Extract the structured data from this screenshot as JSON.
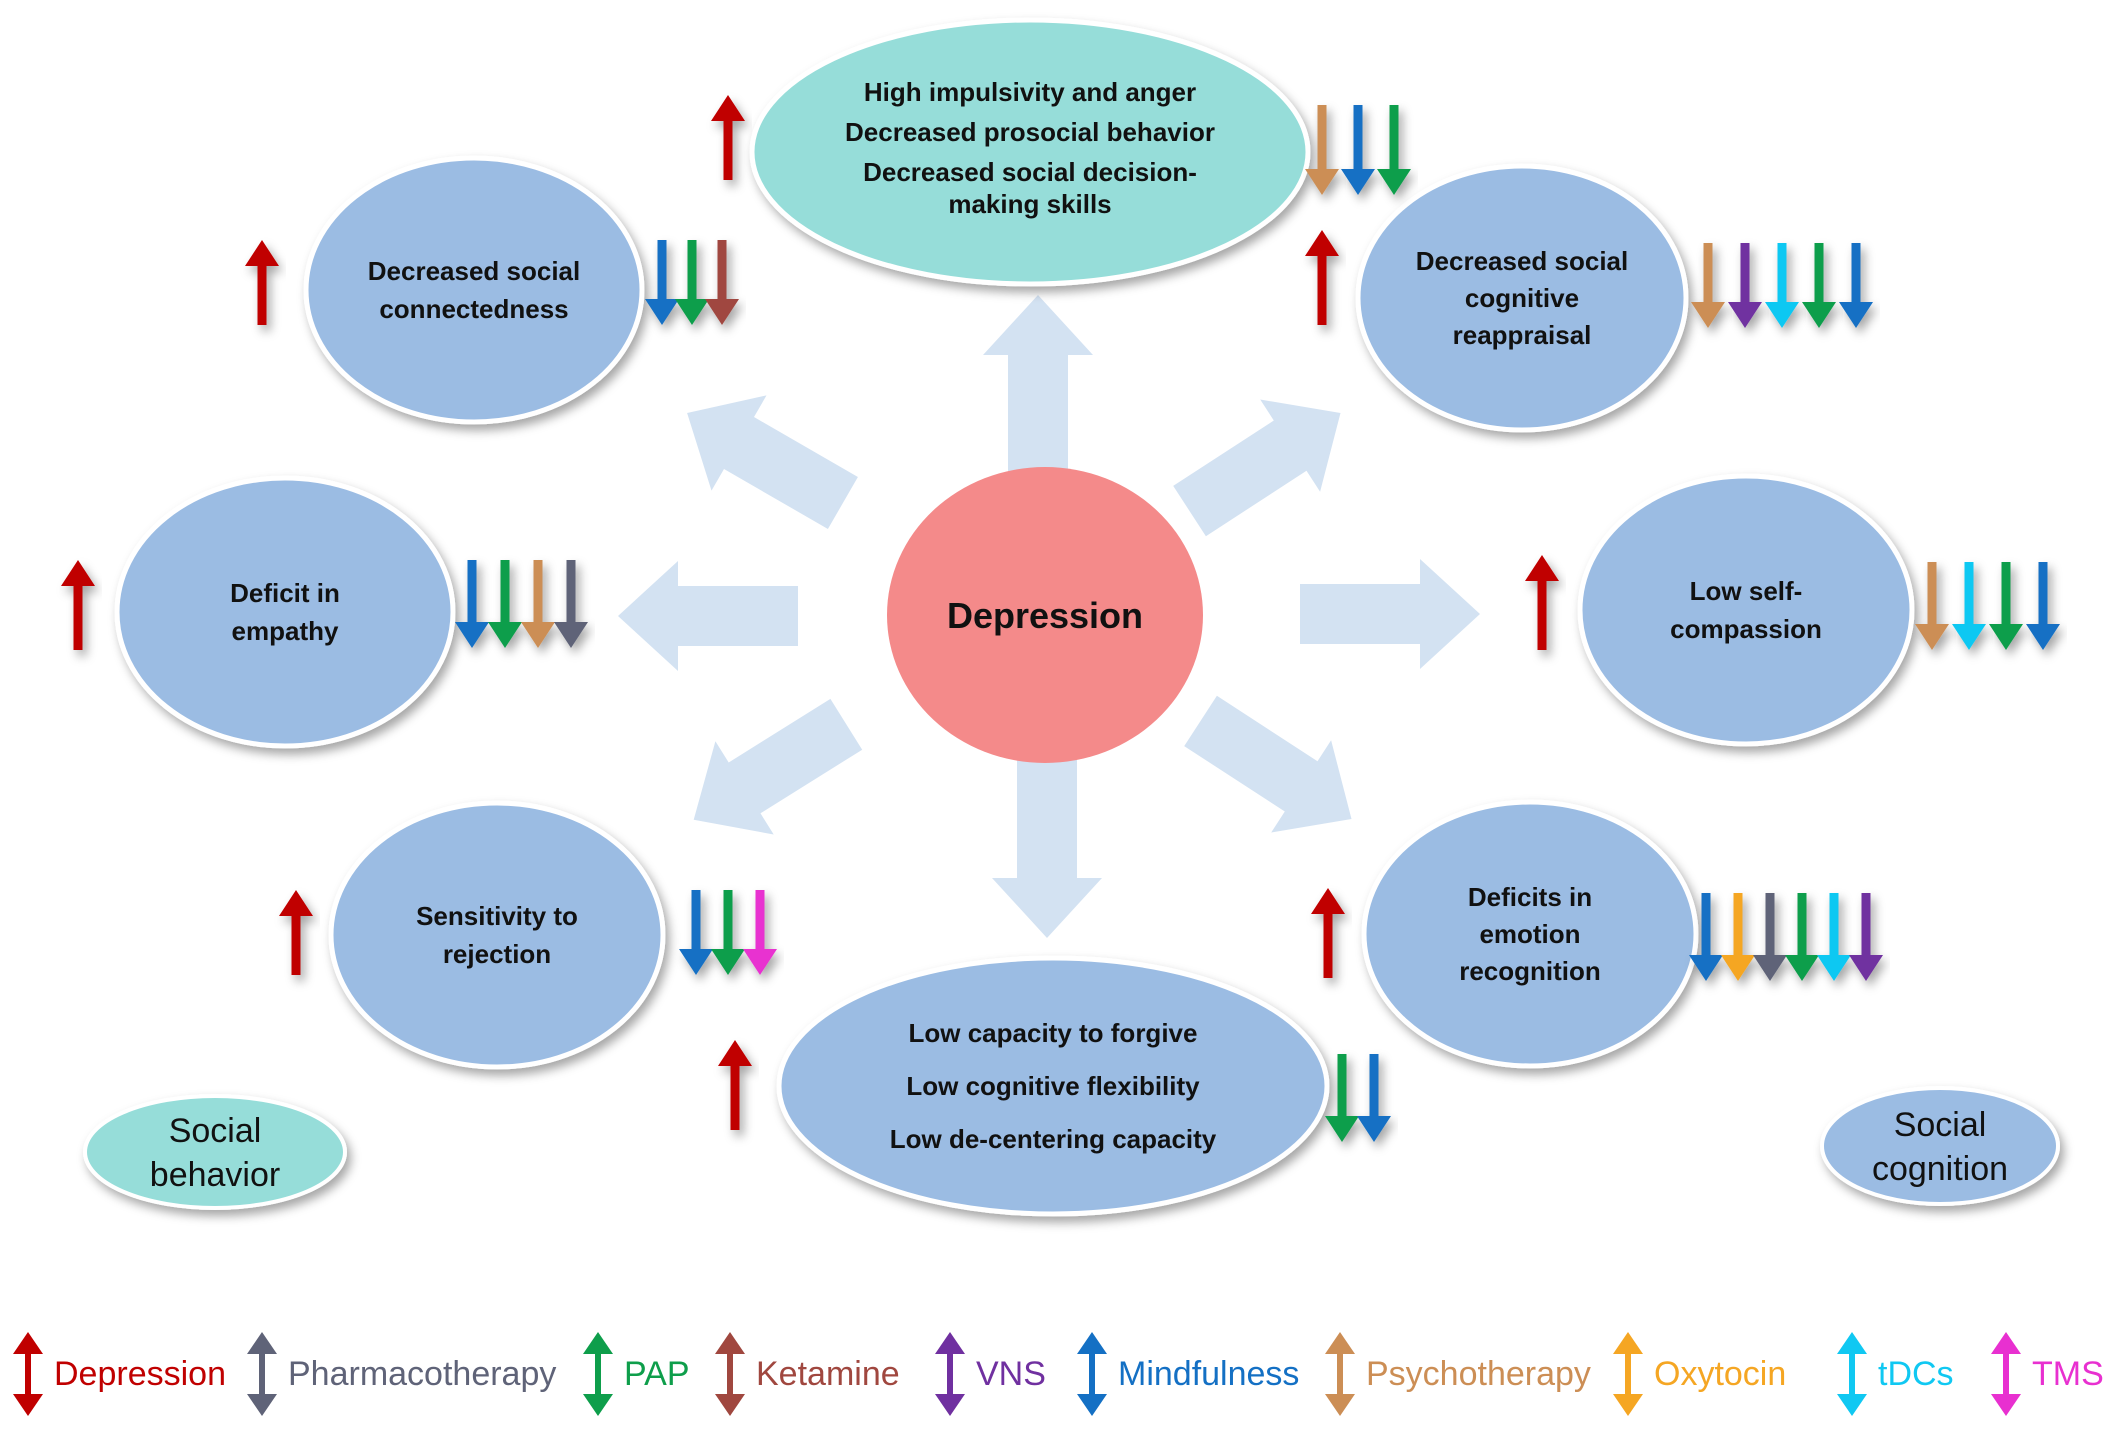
{
  "colors": {
    "depression": "#C00000",
    "pharmacotherapy": "#5F6378",
    "pap": "#0E9E4B",
    "ketamine": "#A0473F",
    "vns": "#7030A0",
    "mindfulness": "#1470C4",
    "psychotherapy": "#CC8E55",
    "oxytocin": "#F5A623",
    "tdcs": "#10C8F2",
    "tms": "#E830D0",
    "blue_node": "#9BBCE3",
    "teal_node": "#96DDD9",
    "center_node": "#F48A8A",
    "arrow_block": "#D3E2F2"
  },
  "center": {
    "label": "Depression"
  },
  "nodes": [
    {
      "id": "social-behavior-main",
      "style": "teal",
      "lines": [
        "High impulsivity and anger",
        "Decreased prosocial behavior",
        "Decreased social decision-",
        "making skills"
      ],
      "effects": [
        "depression",
        "psychotherapy",
        "mindfulness",
        "pap"
      ]
    },
    {
      "id": "social-connectedness",
      "style": "blue",
      "lines": [
        "Decreased social",
        "connectedness"
      ],
      "effects": [
        "depression",
        "mindfulness",
        "pap",
        "ketamine"
      ]
    },
    {
      "id": "cognitive-reappraisal",
      "style": "blue",
      "lines": [
        "Decreased social",
        "cognitive",
        "reappraisal"
      ],
      "effects": [
        "depression",
        "psychotherapy",
        "vns",
        "tdcs",
        "pap",
        "mindfulness"
      ]
    },
    {
      "id": "empathy",
      "style": "blue",
      "lines": [
        "Deficit in",
        "empathy"
      ],
      "effects": [
        "depression",
        "mindfulness",
        "pap",
        "psychotherapy",
        "pharmacotherapy"
      ]
    },
    {
      "id": "self-compassion",
      "style": "blue",
      "lines": [
        "Low self-",
        "compassion"
      ],
      "effects": [
        "depression",
        "psychotherapy",
        "tdcs",
        "pap",
        "mindfulness"
      ]
    },
    {
      "id": "rejection",
      "style": "blue",
      "lines": [
        "Sensitivity to",
        "rejection"
      ],
      "effects": [
        "depression",
        "mindfulness",
        "pap",
        "tms"
      ]
    },
    {
      "id": "emotion-recognition",
      "style": "blue",
      "lines": [
        "Deficits in",
        "emotion",
        "recognition"
      ],
      "effects": [
        "depression",
        "mindfulness",
        "oxytocin",
        "pharmacotherapy",
        "pap",
        "tdcs",
        "vns"
      ]
    },
    {
      "id": "forgive",
      "style": "blue",
      "lines": [
        "Low capacity to forgive",
        "Low cognitive flexibility",
        "Low de-centering capacity"
      ],
      "effects": [
        "depression",
        "pap",
        "mindfulness"
      ]
    }
  ],
  "categories": [
    {
      "id": "social-behavior",
      "style": "teal",
      "lines": [
        "Social",
        "behavior"
      ]
    },
    {
      "id": "social-cognition",
      "style": "blue",
      "lines": [
        "Social",
        "cognition"
      ]
    }
  ],
  "legend": [
    {
      "key": "depression",
      "label": "Depression"
    },
    {
      "key": "pharmacotherapy",
      "label": "Pharmacotherapy"
    },
    {
      "key": "pap",
      "label": "PAP"
    },
    {
      "key": "ketamine",
      "label": "Ketamine"
    },
    {
      "key": "vns",
      "label": "VNS"
    },
    {
      "key": "mindfulness",
      "label": "Mindfulness"
    },
    {
      "key": "psychotherapy",
      "label": "Psychotherapy"
    },
    {
      "key": "oxytocin",
      "label": "Oxytocin"
    },
    {
      "key": "tdcs",
      "label": "tDCs"
    },
    {
      "key": "tms",
      "label": "TMS"
    }
  ]
}
